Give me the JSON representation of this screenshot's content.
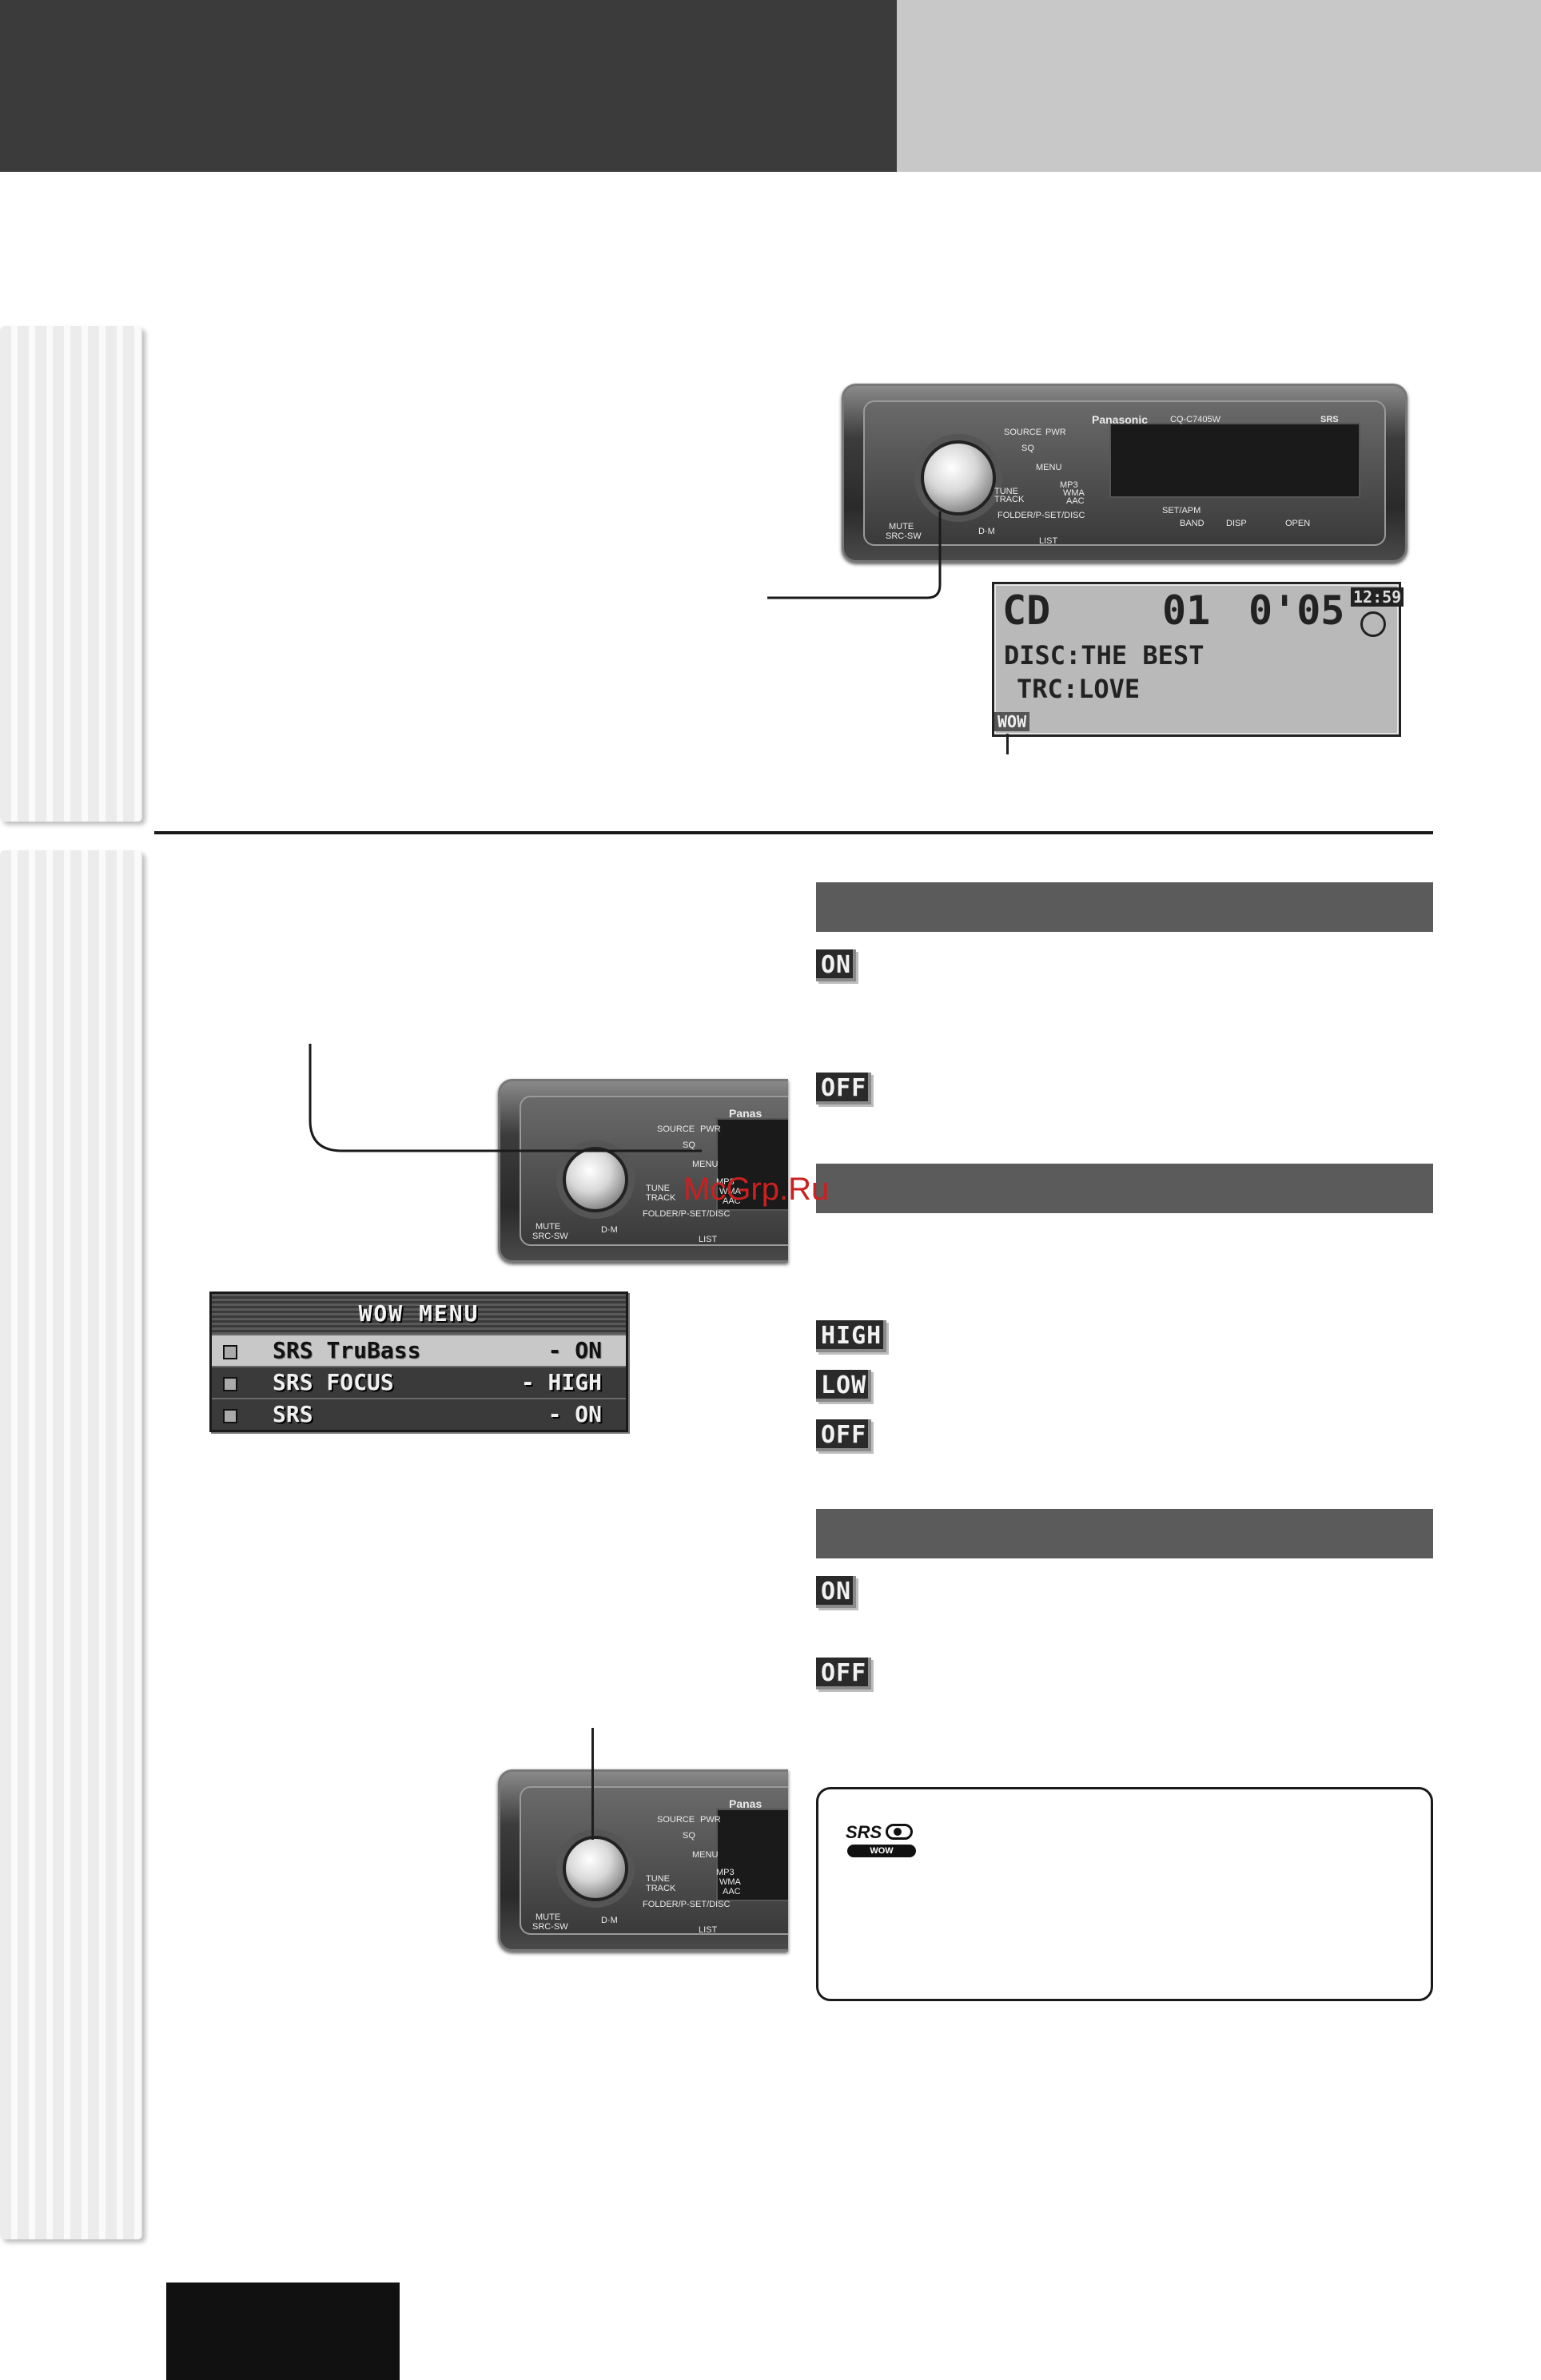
{
  "unit_large": {
    "brand": "Panasonic",
    "model": "CQ-C7405W",
    "btn_source": "SOURCE",
    "btn_pwr": "PWR",
    "btn_sq": "SQ",
    "btn_menu": "MENU",
    "label_folder": "FOLDER/P-SET/DISC",
    "label_mute": "MUTE",
    "label_srcsw": "SRC-SW",
    "label_dm": "D·M",
    "label_tune": "TUNE",
    "label_track": "TRACK",
    "label_list": "LIST",
    "label_mp3": "MP3",
    "label_wma": "WMA",
    "label_aac": "AAC",
    "label_band": "BAND",
    "label_disp": "DISP",
    "label_open": "OPEN",
    "label_setapm": "SET/APM",
    "label_srs": "SRS"
  },
  "lcd": {
    "source": "CD",
    "track": "01",
    "time": "0'05",
    "clock": "12:59",
    "line2": "DISC:THE BEST",
    "line3": "TRC:LOVE",
    "indicator": "WOW"
  },
  "unit_crop": {
    "brand": "Panas",
    "btn_source": "SOURCE",
    "btn_pwr": "PWR",
    "btn_sq": "SQ",
    "btn_menu": "MENU",
    "label_folder": "FOLDER/P-SET/DISC",
    "label_mute": "MUTE",
    "label_srcsw": "SRC-SW",
    "label_dm": "D·M",
    "label_tune": "TUNE",
    "label_track": "TRACK",
    "label_list": "LIST",
    "label_mp3": "MP3",
    "label_wma": "WMA",
    "label_aac": "AAC"
  },
  "wow_menu": {
    "title": "WOW MENU",
    "items": [
      {
        "name": "SRS TruBass",
        "value": "- ON"
      },
      {
        "name": "SRS FOCUS",
        "value": "- HIGH"
      },
      {
        "name": "SRS",
        "value": "- ON"
      }
    ]
  },
  "options": {
    "section1": [
      "ON",
      "OFF"
    ],
    "section2": [
      "HIGH",
      "LOW",
      "OFF"
    ],
    "section3": [
      "ON",
      "OFF"
    ]
  },
  "note": {
    "logo_text": "SRS",
    "logo_sub": "WOW"
  },
  "watermark": "McGrp.Ru"
}
